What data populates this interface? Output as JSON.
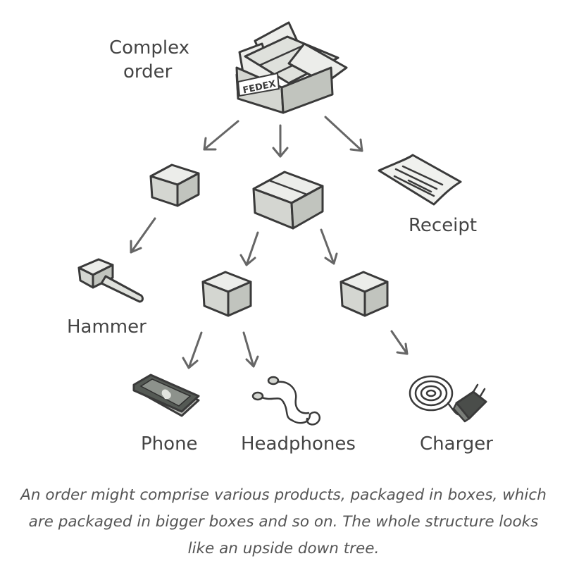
{
  "labels": {
    "root_line1": "Complex",
    "root_line2": "order",
    "fedex": "FEDEX",
    "receipt": "Receipt",
    "hammer": "Hammer",
    "phone": "Phone",
    "headphones": "Headphones",
    "charger": "Charger"
  },
  "caption": "An order might comprise various products, packaged in boxes, which are packaged in bigger boxes and so on. The whole structure looks like an upside down tree.",
  "colors": {
    "ink": "#3a3a3a",
    "arrow": "#666666",
    "box_top": "#ecedea",
    "box_front": "#d4d6d1",
    "box_side": "#c1c4be",
    "text": "#444444"
  },
  "icons": [
    "open-box-icon",
    "box-icon",
    "receipt-icon",
    "hammer-icon",
    "phone-icon",
    "headphones-icon",
    "charger-icon"
  ]
}
